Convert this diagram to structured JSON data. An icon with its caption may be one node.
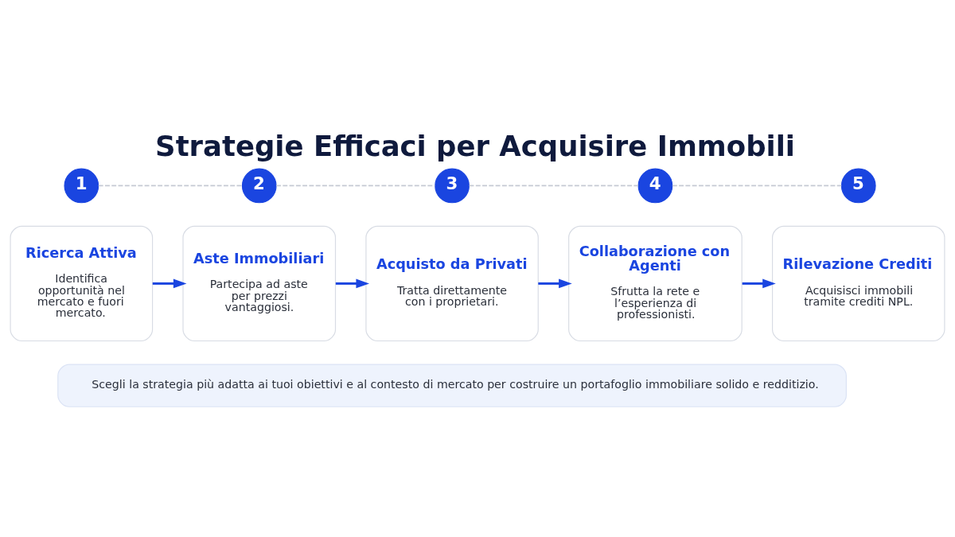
{
  "diagram": {
    "title": "Strategie Efficaci per Acquisire Immobili",
    "nodes": [
      {
        "text": [
          "1"
        ]
      },
      {
        "text": [
          "2"
        ]
      },
      {
        "text": [
          "3"
        ]
      },
      {
        "text": [
          "4"
        ]
      },
      {
        "text": [
          "5"
        ]
      },
      {
        "text": [
          "Ricerca Attiva",
          "Identifica opportunità nel mercato e fuori mercato."
        ]
      },
      {
        "text": [
          "Aste Immobiliari",
          "Partecipa ad aste per prezzi vantaggiosi."
        ]
      },
      {
        "text": [
          "Acquisto da Privati",
          "Tratta direttamente con i proprietari."
        ]
      },
      {
        "text": [
          "Collaborazione con Agenti",
          "Sfrutta la rete e l’esperienza di professionisti."
        ]
      },
      {
        "text": [
          "Rilevazione Crediti",
          "Acquisisci immobili tramite crediti NPL."
        ]
      },
      {
        "text": [
          "Scegli la strategia più adatta ai tuoi obiettivi e al contesto di mercato per costruire un portafoglio immobiliare solido e redditizio."
        ]
      }
    ],
    "edges": [
      {
        "from": 0,
        "to": 1,
        "arrow": "none",
        "style": "dashed",
        "color": "#c5cad3"
      },
      {
        "from": 1,
        "to": 2,
        "arrow": "none",
        "style": "dashed",
        "color": "#c5cad3"
      },
      {
        "from": 2,
        "to": 3,
        "arrow": "none",
        "style": "dashed",
        "color": "#c5cad3"
      },
      {
        "from": 3,
        "to": 4,
        "arrow": "none",
        "style": "dashed",
        "color": "#c5cad3"
      },
      {
        "from": 5,
        "to": 6,
        "arrow": "to",
        "color": "#1a45e0"
      },
      {
        "from": 6,
        "to": 7,
        "arrow": "to",
        "color": "#1a45e0"
      },
      {
        "from": 7,
        "to": 8,
        "arrow": "to",
        "color": "#1a45e0"
      },
      {
        "from": 8,
        "to": 9,
        "arrow": "to",
        "color": "#1a45e0"
      }
    ]
  }
}
